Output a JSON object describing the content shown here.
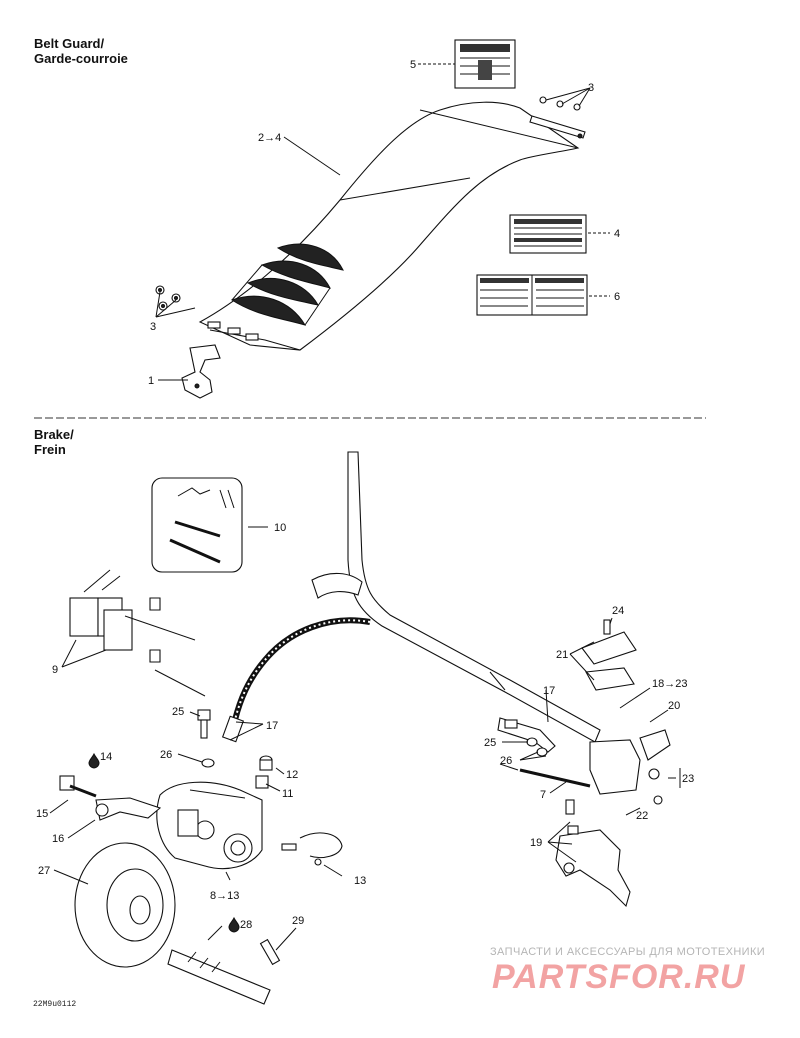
{
  "sections": {
    "belt_guard": {
      "title_en": "Belt Guard/",
      "title_fr": "Garde-courroie"
    },
    "brake": {
      "title_en": "Brake/",
      "title_fr": "Frein"
    }
  },
  "callouts": {
    "c1": "1",
    "c2_4": "2→4",
    "c3a": "3",
    "c3b": "3",
    "c4": "4",
    "c5": "5",
    "c6": "6",
    "c7": "7",
    "c8_13": "8→13",
    "c9": "9",
    "c10": "10",
    "c11": "11",
    "c12": "12",
    "c13": "13",
    "c14": "14",
    "c15": "15",
    "c16": "16",
    "c17a": "17",
    "c17b": "17",
    "c18_23": "18→23",
    "c19": "19",
    "c20": "20",
    "c21": "21",
    "c22": "22",
    "c23": "23",
    "c24": "24",
    "c25a": "25",
    "c25b": "25",
    "c26a": "26",
    "c26b": "26",
    "c27": "27",
    "c28": "28",
    "c29": "29"
  },
  "watermark": {
    "line1": "ЗАПЧАСТИ И АКСЕССУАРЫ ДЛЯ МОТОТЕХНИКИ",
    "line2": "PARTSFOR.RU"
  },
  "figure_code": "22M9u0112",
  "colors": {
    "ink": "#111111",
    "watermark_red": "#f2a3a3",
    "watermark_gray": "#b5b5b5"
  }
}
